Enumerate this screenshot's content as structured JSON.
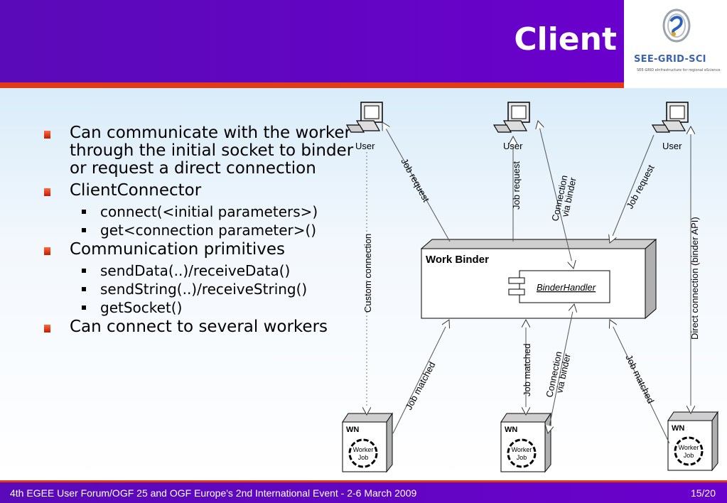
{
  "header": {
    "title": "Client",
    "logo_text": "SEE-GRID-SCI",
    "logo_subtitle": "SEE-GRID eInfrastructure for regional eScience"
  },
  "bullets": [
    {
      "text": "Can communicate with the worker through the initial socket to binder or request a direct connection",
      "children": []
    },
    {
      "text": "ClientConnector",
      "children": [
        "connect(<initial parameters>)",
        "get<connection parameter>()"
      ]
    },
    {
      "text": "Communication primitives",
      "children": [
        "sendData(..)/receiveData()",
        "sendString(..)/receiveString()",
        "getSocket()"
      ]
    },
    {
      "text": "Can connect to several workers",
      "children": []
    }
  ],
  "diagram": {
    "users": [
      "User",
      "User",
      "User"
    ],
    "binder_title": "Work Binder",
    "component": "BinderHandler",
    "edge_labels": {
      "job_request_1": "Job request",
      "job_request_2": "Job request",
      "connection_via_binder_top_1": "Connection",
      "connection_via_binder_top_2": "via binder",
      "job_request_3": "Job request",
      "custom_connection": "Custom connection",
      "direct_connection": "Direct connection (binder API)",
      "job_matched_1": "Job matched",
      "job_matched_2": "Job matched",
      "connection_via_binder_bottom_1": "Connection",
      "connection_via_binder_bottom_2": "via binder",
      "job_matched_3": "Job matched"
    },
    "worker_nodes": [
      {
        "label": "WN",
        "job_1": "Worker",
        "job_2": "Job"
      },
      {
        "label": "WN",
        "job_1": "Worker",
        "job_2": "Job"
      },
      {
        "label": "WN",
        "job_1": "Worker",
        "job_2": "Job"
      }
    ]
  },
  "footer": {
    "event": "4th EGEE User Forum/OGF 25 and OGF Europe's 2nd International Event - 2-6 March 2009",
    "page": "15/20"
  }
}
